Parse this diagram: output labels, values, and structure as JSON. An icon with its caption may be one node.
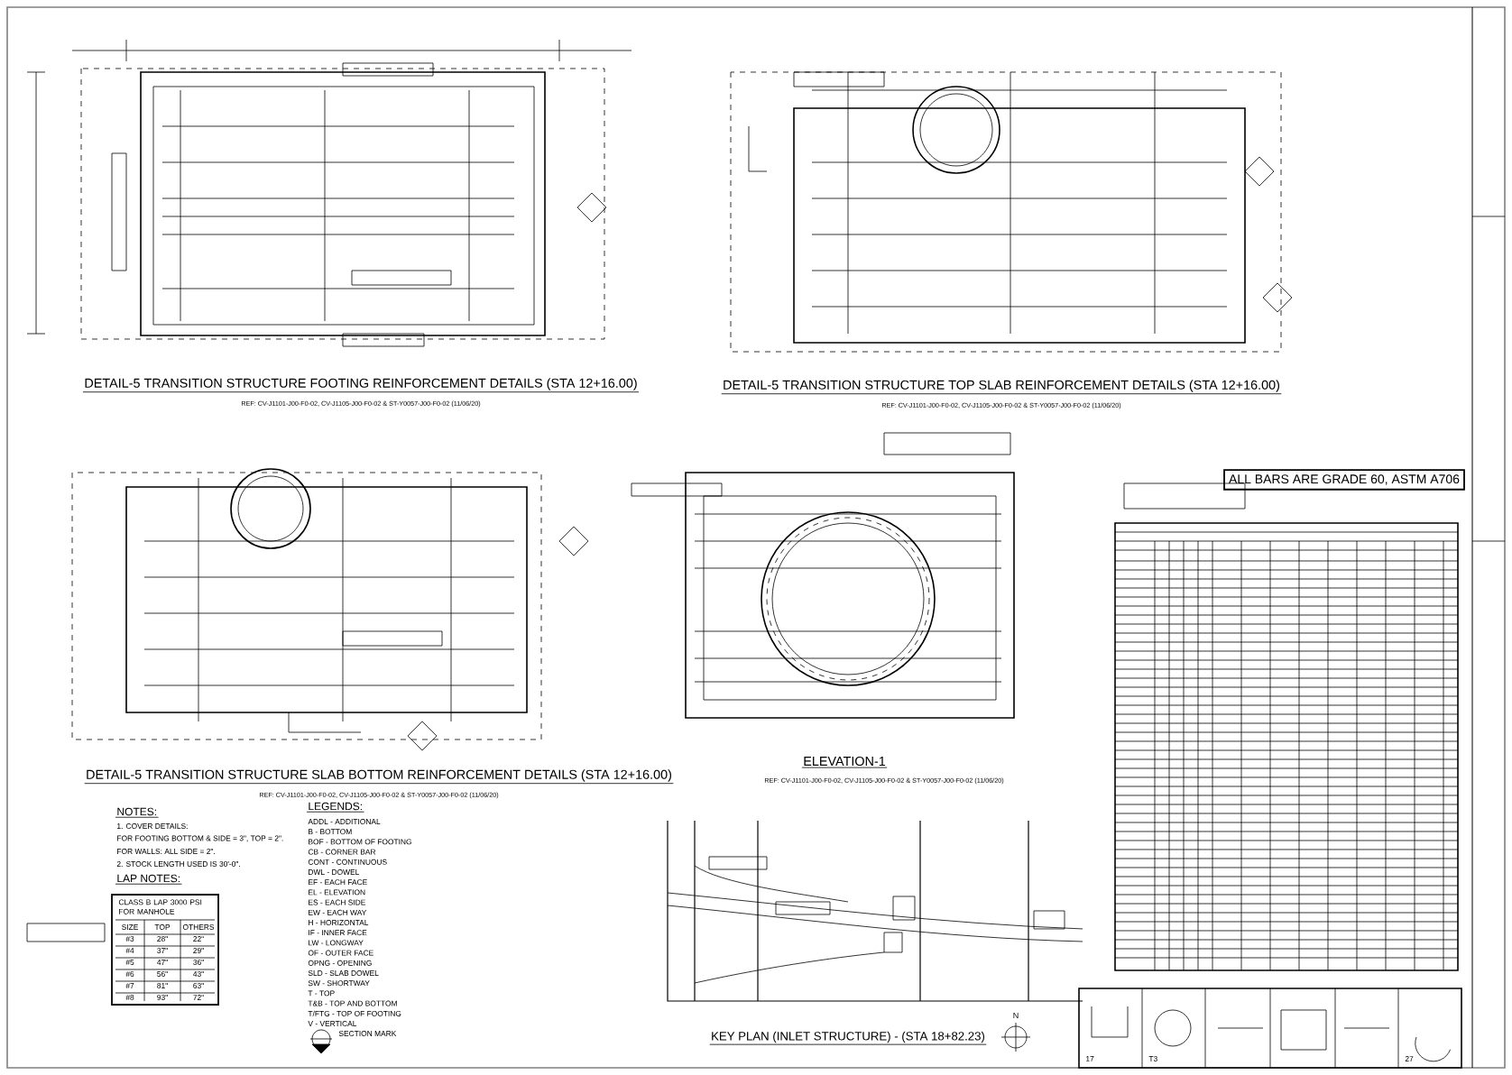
{
  "diagram": {
    "nodes": [
      {
        "text": [
          "ALL BARS ARE GRADE 60, ASTM A706"
        ]
      }
    ],
    "labels": [
      "DETAIL-5 TRANSITION STRUCTURE FOOTING REINFORCEMENT DETAILS (STA 12+16.00)",
      "REF: CV-J1101-J00-F0-02, CV-J1105-J00-F0-02 & ST-Y0057-J00-F0-02 (11/06/20)",
      "DETAIL-5 TRANSITION STRUCTURE TOP SLAB REINFORCEMENT DETAILS (STA 12+16.00)",
      "REF: CV-J1101-J00-F0-02, CV-J1105-J00-F0-02 & ST-Y0057-J00-F0-02 (11/06/20)",
      "DETAIL-5 TRANSITION STRUCTURE SLAB BOTTOM REINFORCEMENT DETAILS (STA 12+16.00)",
      "REF: CV-J1101-J00-F0-02, CV-J1105-J00-F0-02 & ST-Y0057-J00-F0-02 (11/06/20)",
      "ELEVATION-1",
      "REF: CV-J1101-J00-F0-02, CV-J1105-J00-F0-02 & ST-Y0057-J00-F0-02 (11/06/20)",
      "NOTES:",
      "1. COVER DETAILS:",
      "FOR FOOTING BOTTOM & SIDE = 3\", TOP = 2\".",
      "FOR WALLS: ALL SIDE = 2\".",
      "2. STOCK LENGTH USED IS 30'-0\".",
      "LAP NOTES:",
      "CLASS B LAP 3000 PSI FOR MANHOLE",
      "SIZE",
      "TOP",
      "OTHERS",
      "#3",
      "28\"",
      "22\"",
      "#4",
      "37\"",
      "29\"",
      "#5",
      "47\"",
      "36\"",
      "#6",
      "56\"",
      "43\"",
      "#7",
      "81\"",
      "63\"",
      "#8",
      "93\"",
      "72\"",
      "LEGENDS:",
      "ADDL - ADDITIONAL",
      "B - BOTTOM",
      "BOF - BOTTOM OF FOOTING",
      "CB - CORNER BAR",
      "CONT - CONTINUOUS",
      "DWL - DOWEL",
      "EF - EACH FACE",
      "EL - ELEVATION",
      "ES - EACH SIDE",
      "EW - EACH WAY",
      "H - HORIZONTAL",
      "IF - INNER FACE",
      "LW - LONGWAY",
      "OF - OUTER FACE",
      "OPNG - OPENING",
      "SLD - SLAB DOWEL",
      "SW - SHORTWAY",
      "T - TOP",
      "T&B - TOP AND BOTTOM",
      "T/FTG - TOP OF FOOTING",
      "V - VERTICAL",
      "SECTION MARK",
      "KEY PLAN (INLET STRUCTURE) - (STA 18+82.23)",
      "N",
      "17",
      "T3",
      "27"
    ]
  }
}
